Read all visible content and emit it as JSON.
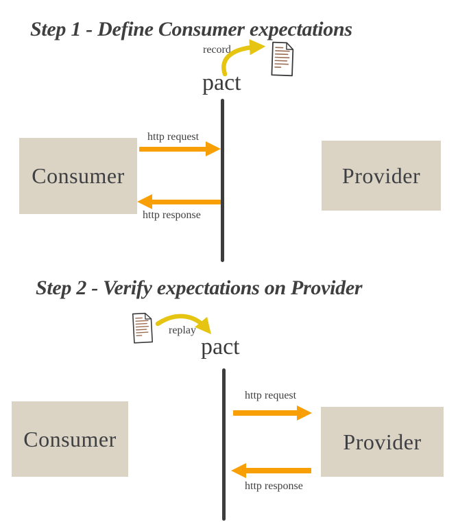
{
  "page": {
    "background": "#ffffff"
  },
  "colors": {
    "accent_orange": "#F89F05",
    "accent_gold": "#E5C512",
    "box_fill": "#DBD4C5",
    "text_dark": "#3F3F3F",
    "box_text": "#3F4043",
    "bar_dark": "#3D3D3D",
    "doc_scribble": "#9B6B52"
  },
  "icons": {
    "pact_file": "pact-file-icon",
    "record_arrow": "record-curved-arrow-icon",
    "replay_arrow": "replay-curved-arrow-icon"
  },
  "step1": {
    "title": "Step 1 - Define Consumer expectations",
    "record_label": "record",
    "pact_label": "pact",
    "consumer_label": "Consumer",
    "provider_label": "Provider",
    "http_request_label": "http request",
    "http_response_label": "http response"
  },
  "step2": {
    "title": "Step 2 - Verify expectations on Provider",
    "replay_label": "replay",
    "pact_label": "pact",
    "consumer_label": "Consumer",
    "provider_label": "Provider",
    "http_request_label": "http request",
    "http_response_label": "http response"
  }
}
